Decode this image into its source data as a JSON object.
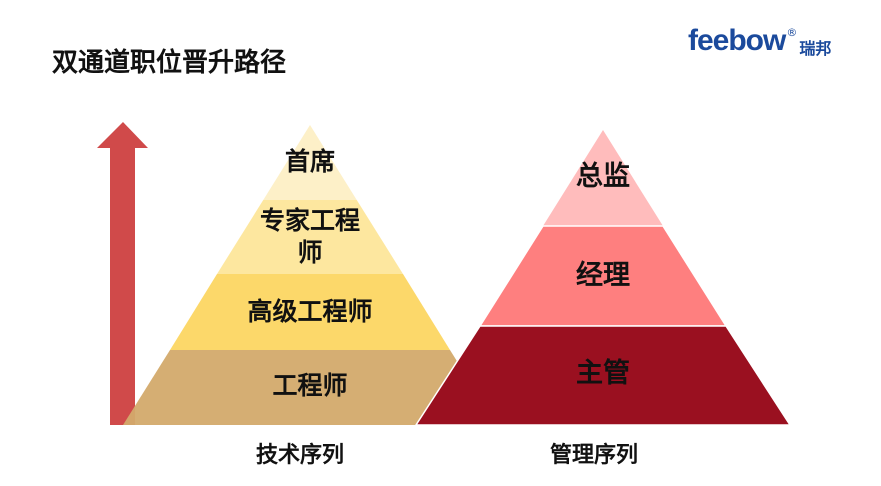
{
  "title": "双通道职位晋升路径",
  "logo": {
    "text_en": "feebow",
    "registered": "®",
    "text_cn": "瑞邦"
  },
  "tech_track": {
    "caption": "技术序列",
    "levels": [
      {
        "label": "首席",
        "color": "#fdf0c8"
      },
      {
        "label": "专家工程",
        "label2": "师",
        "color": "#fde79f"
      },
      {
        "label": "高级工程师",
        "color": "#fcd86a"
      },
      {
        "label": "工程师",
        "color": "#d3aa6b"
      }
    ]
  },
  "mgmt_track": {
    "caption": "管理序列",
    "levels": [
      {
        "label": "总监",
        "color": "#ffbcbc"
      },
      {
        "label": "经理",
        "color": "#fe7f7f"
      },
      {
        "label": "主管",
        "color": "#9a1020"
      }
    ]
  },
  "arrow_color": "#d04a4a"
}
